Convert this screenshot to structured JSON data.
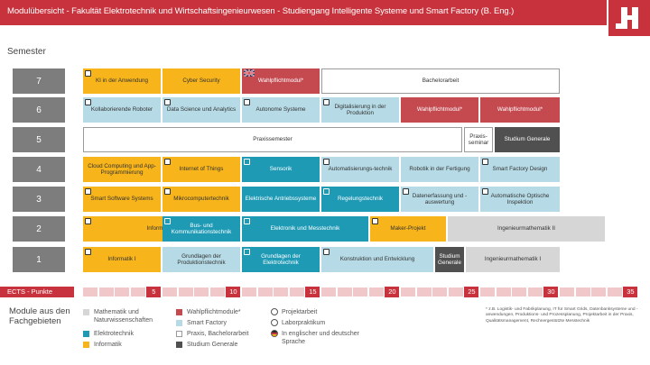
{
  "header": {
    "title": "Modulübersicht - Fakultät Elektrotechnik und Wirtschaftsingenieurwesen - Studiengang Intelligente Systeme und Smart Factory (B. Eng.)"
  },
  "semester_label": "Semester",
  "semesters": [
    "7",
    "6",
    "5",
    "4",
    "3",
    "2",
    "1"
  ],
  "modules": {
    "s7": [
      "KI in der Anwendung",
      "Cyber Security",
      "Wahlpflichtmodul*",
      "Bachelorarbeit"
    ],
    "s6": [
      "Kollaborierende Roboter",
      "Data Science und Analytics",
      "Autonome Systeme",
      "Digitalisierung in der Produktion",
      "Wahlpflichtmodul*",
      "Wahlpflichtmodul*"
    ],
    "s5": [
      "Praxissemester",
      "Praxis-seminar",
      "Studium Generale"
    ],
    "s4": [
      "Cloud Computing und App-Programmierung",
      "Internet of Things",
      "Sensorik",
      "Automatisierungs-technik",
      "Robotik in der Fertigung",
      "Smart Factory Design"
    ],
    "s3": [
      "Smart Software Systems",
      "Mikrocomputertechnik",
      "Elektrische Antriebssysteme",
      "Regelungstechnik",
      "Datenerfassung und -auswertung",
      "Automatische Optische Inspektion"
    ],
    "s2": [
      "Informatik II",
      "Bus- und Kommunikationstechnik",
      "Elektronik und Messtechnik",
      "Maker-Projekt",
      "Ingenieurmathematik II"
    ],
    "s1": [
      "Informatik I",
      "Grundlagen der Produktionstechnik",
      "Grundlagen der Elektrotechnik",
      "Konstruktion und Entwicklung",
      "Studium Generale",
      "Ingenieurmathematik I"
    ]
  },
  "ects": {
    "label": "ECTS - Punkte",
    "marks": [
      "5",
      "10",
      "15",
      "20",
      "25",
      "30",
      "35"
    ]
  },
  "legend": {
    "title": "Module aus den Fachgebieten",
    "items": [
      "Mathematik und Naturwissenschaften",
      "Elektrotechnik",
      "Informatik",
      "Wahlpflichtmodule*",
      "Smart Factory",
      "Praxis, Bachelorarbeit",
      "Studium Generale",
      "Projektarbeit",
      "Laborpraktikum",
      "In englischer und deutscher Sprache"
    ],
    "note": "* z.B. Logistik- und Fabrikplanung, IT für Smart Grids, Datenbanksysteme und -anwendungen, Produktions- und Prozessplanung, Projektarbeit in der Praxis, Qualitätsmanagement, Rechnergestützte Messtechnik"
  },
  "colors": {
    "accent": "#c8323c",
    "orange": "#f7b41b",
    "blue": "#1e9ab5",
    "light_blue": "#b6dbe6",
    "red": "#c44a50",
    "gray": "#d6d6d6",
    "dark_gray": "#505050"
  }
}
